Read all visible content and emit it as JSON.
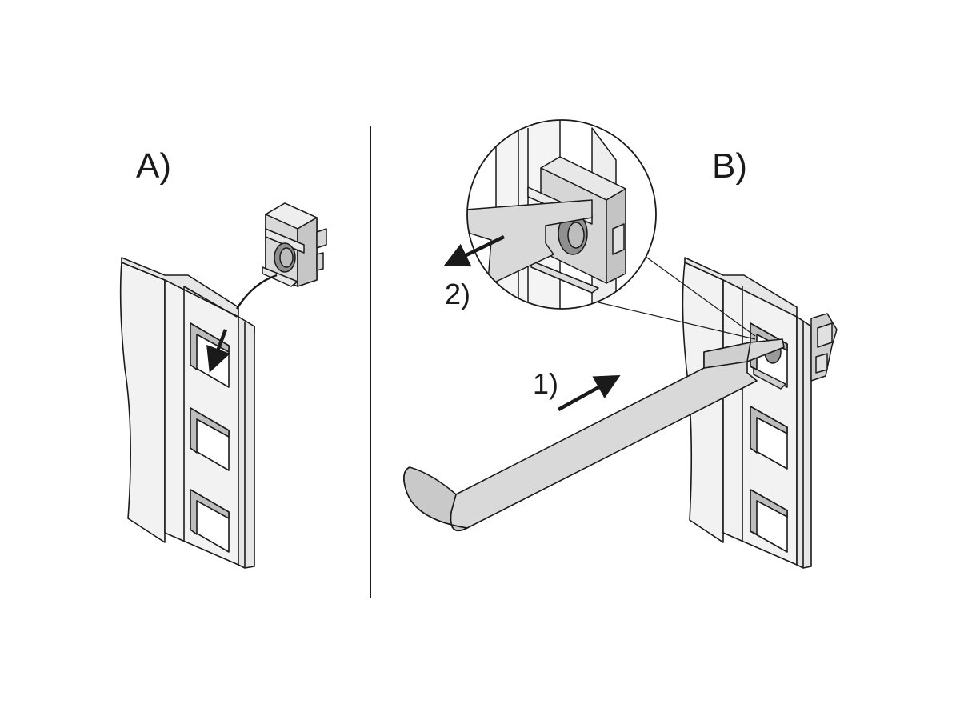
{
  "panels": {
    "a": {
      "label": "A)"
    },
    "b": {
      "label": "B)"
    }
  },
  "steps": {
    "insert": {
      "label": "1)"
    },
    "pull": {
      "label": "2)"
    }
  },
  "colors": {
    "line": "#1a1a1a",
    "rail_fill": "#f2f2f2",
    "rail_shade": "#e6e6e6",
    "part_fill": "#d6d6d6",
    "part_dark": "#a8a8a8",
    "tool_fill": "#d9d9d9",
    "hole_fill": "#ffffff"
  },
  "icons": {
    "arrow": "black-arrow-icon",
    "cage_nut": "cage-nut-icon",
    "insertion_tool": "insertion-tool-icon",
    "magnifier": "detail-magnifier-icon"
  }
}
